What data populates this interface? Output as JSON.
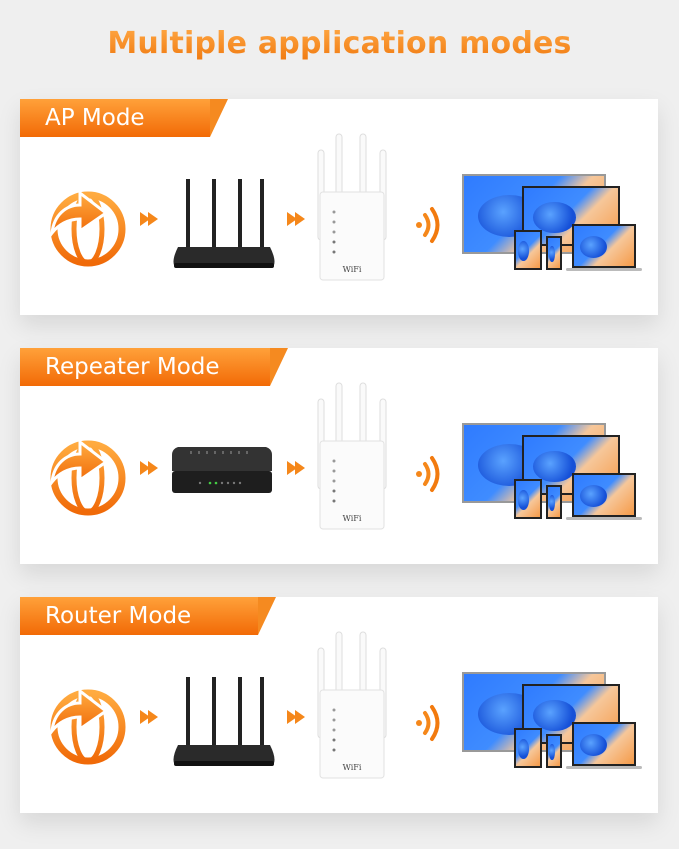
{
  "page": {
    "title": "Multiple application modes",
    "accent_color": "#f57c10",
    "background": "#efefef"
  },
  "modes": [
    {
      "label": "AP Mode",
      "flow": [
        "internet-globe-icon",
        "router-icon",
        "wifi-extender-icon",
        "wifi-signal-icon",
        "devices-icon"
      ],
      "source_device": "router"
    },
    {
      "label": "Repeater Mode",
      "flow": [
        "internet-globe-icon",
        "modem-icon",
        "wifi-extender-icon",
        "wifi-signal-icon",
        "devices-icon"
      ],
      "source_device": "modem"
    },
    {
      "label": "Router Mode",
      "flow": [
        "internet-globe-icon",
        "router-icon",
        "wifi-extender-icon",
        "wifi-signal-icon",
        "devices-icon"
      ],
      "source_device": "router"
    }
  ],
  "extender": {
    "badge": "WiFi"
  }
}
